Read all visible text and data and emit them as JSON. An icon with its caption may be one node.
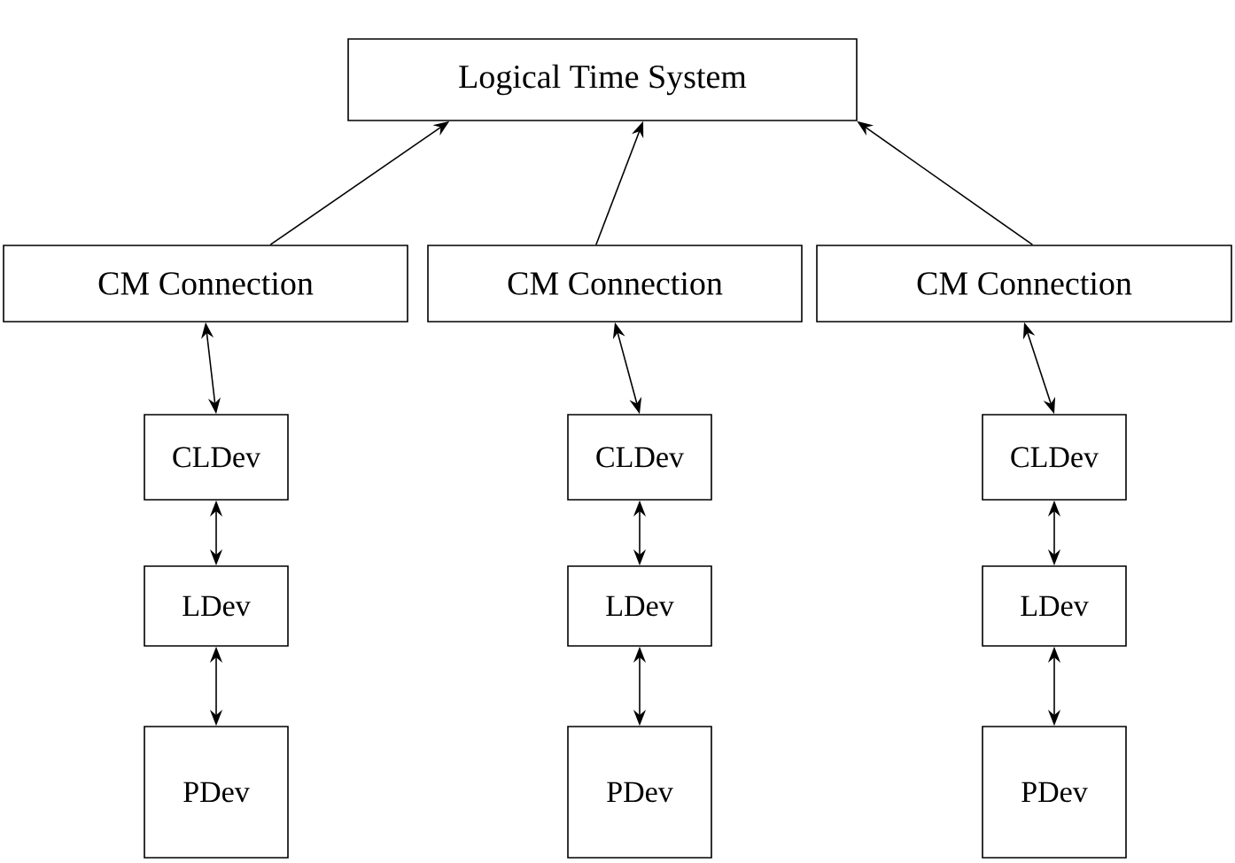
{
  "diagram": {
    "nodes": [
      {
        "text": [
          "Logical Time System"
        ]
      },
      {
        "text": [
          "CM Connection"
        ]
      },
      {
        "text": [
          "CM Connection"
        ]
      },
      {
        "text": [
          "CM Connection"
        ]
      },
      {
        "text": [
          "CLDev"
        ]
      },
      {
        "text": [
          "LDev"
        ]
      },
      {
        "text": [
          "PDev"
        ]
      },
      {
        "text": [
          "CLDev"
        ]
      },
      {
        "text": [
          "LDev"
        ]
      },
      {
        "text": [
          "PDev"
        ]
      },
      {
        "text": [
          "CLDev"
        ]
      },
      {
        "text": [
          "LDev"
        ]
      },
      {
        "text": [
          "PDev"
        ]
      }
    ],
    "edges": [
      {
        "from": 1,
        "to": 0,
        "arrow": "to"
      },
      {
        "from": 2,
        "to": 0,
        "arrow": "to"
      },
      {
        "from": 3,
        "to": 0,
        "arrow": "to"
      },
      {
        "from": 1,
        "to": 4,
        "arrow": "both"
      },
      {
        "from": 4,
        "to": 5,
        "arrow": "both"
      },
      {
        "from": 5,
        "to": 6,
        "arrow": "both"
      },
      {
        "from": 2,
        "to": 7,
        "arrow": "both"
      },
      {
        "from": 7,
        "to": 8,
        "arrow": "both"
      },
      {
        "from": 8,
        "to": 9,
        "arrow": "both"
      },
      {
        "from": 3,
        "to": 10,
        "arrow": "both"
      },
      {
        "from": 10,
        "to": 11,
        "arrow": "both"
      },
      {
        "from": 11,
        "to": 12,
        "arrow": "both"
      }
    ]
  }
}
